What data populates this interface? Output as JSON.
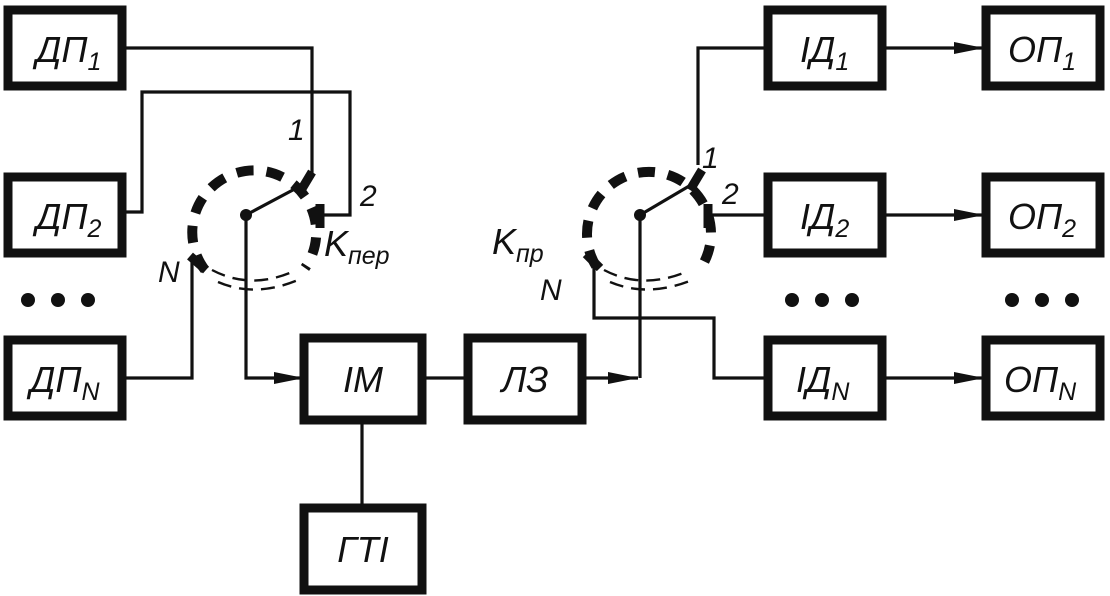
{
  "blocks": {
    "dp1": {
      "label": "ДП",
      "sub": "1"
    },
    "dp2": {
      "label": "ДП",
      "sub": "2"
    },
    "dpn": {
      "label": "ДП",
      "sub": "N"
    },
    "im": {
      "label": "ІМ"
    },
    "gti": {
      "label": "ГТІ"
    },
    "lz": {
      "label": "ЛЗ"
    },
    "id1": {
      "label": "ІД",
      "sub": "1"
    },
    "id2": {
      "label": "ІД",
      "sub": "2"
    },
    "idn": {
      "label": "ІД",
      "sub": "N"
    },
    "op1": {
      "label": "ОП",
      "sub": "1"
    },
    "op2": {
      "label": "ОП",
      "sub": "2"
    },
    "opn": {
      "label": "ОП",
      "sub": "N"
    }
  },
  "switch_transmit": {
    "label": "K",
    "sub": "пер",
    "pin1": "1",
    "pin2": "2",
    "pinN": "N"
  },
  "switch_receive": {
    "label": "K",
    "sub": "пр",
    "pin1": "1",
    "pin2": "2",
    "pinN": "N"
  }
}
